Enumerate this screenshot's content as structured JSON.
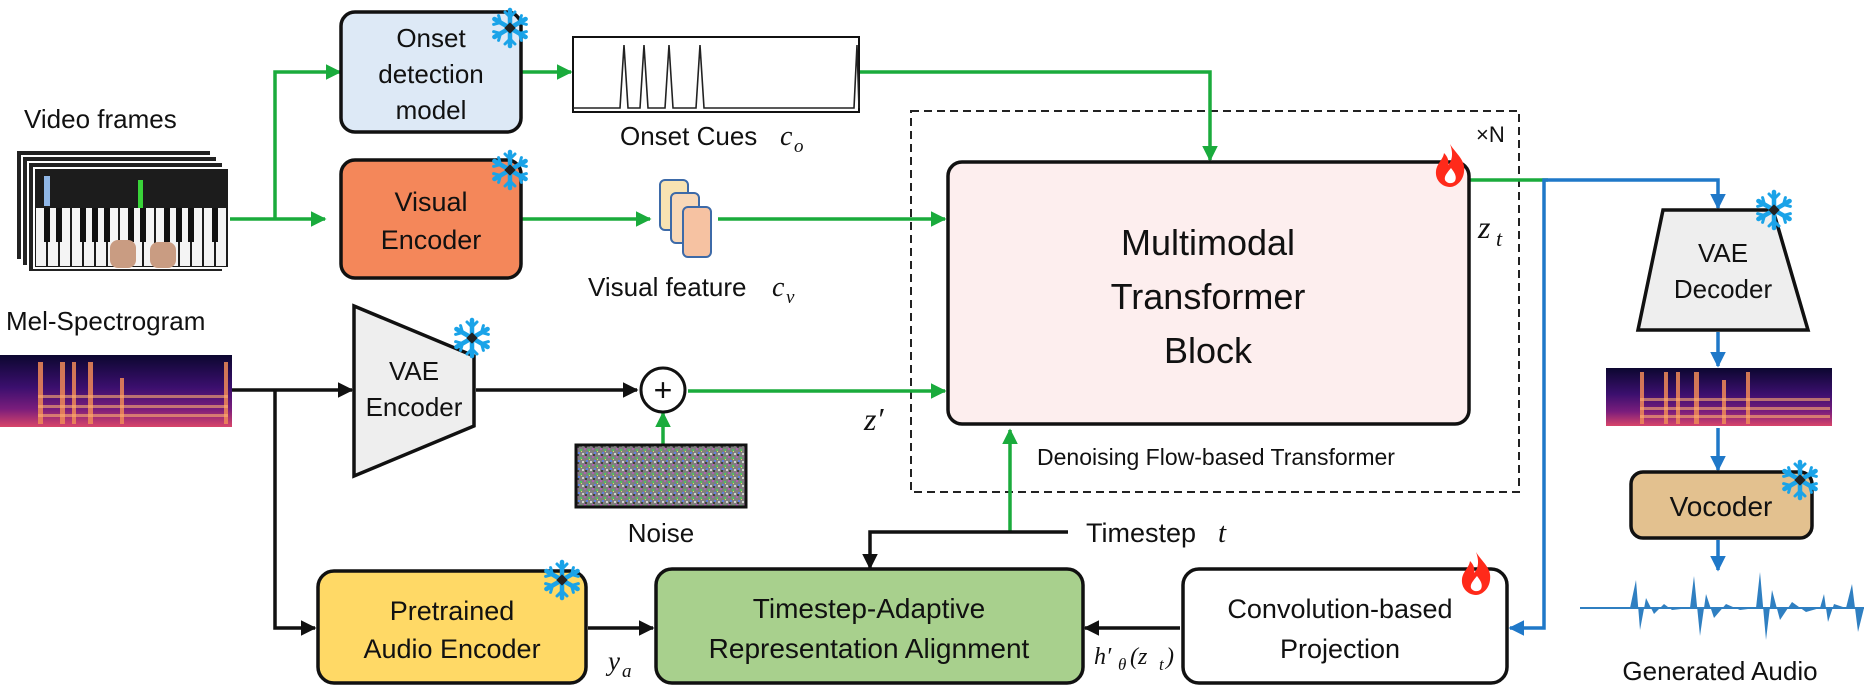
{
  "labels": {
    "video_frames": "Video frames",
    "mel_spectrogram": "Mel-Spectrogram",
    "onset_model": [
      "Onset",
      "detection",
      "model"
    ],
    "visual_encoder": [
      "Visual",
      "Encoder"
    ],
    "vae_encoder": [
      "VAE",
      "Encoder"
    ],
    "onset_cues": "Onset Cues",
    "visual_feature": "Visual feature",
    "noise": "Noise",
    "plus": "+",
    "z_prime": "z′",
    "mmt_block": [
      "Multimodal",
      "Transformer",
      "Block"
    ],
    "repeat": "×N",
    "z_t": "z",
    "z_t_sub": "t",
    "flow_transformer": "Denoising Flow-based Transformer",
    "timestep": "Timestep",
    "timestep_var": "t",
    "vae_decoder": [
      "VAE",
      "Decoder"
    ],
    "vocoder": "Vocoder",
    "generated_audio": "Generated Audio",
    "pretrained_audio_encoder": [
      "Pretrained",
      "Audio Encoder"
    ],
    "tara": [
      "Timestep-Adaptive",
      "Representation Alignment"
    ],
    "conv_projection": [
      "Convolution-based",
      "Projection"
    ],
    "y_a": "y",
    "y_a_sub": "a",
    "h_theta": "h′",
    "h_theta_sub": "θ",
    "h_theta_arg": "(z",
    "h_theta_arg_sub": "t",
    "h_theta_close": ")",
    "c_o": "c",
    "c_o_sub": "o",
    "c_v": "c",
    "c_v_sub": "v"
  },
  "icons": {
    "frozen": "snowflake-icon",
    "trainable": "flame-icon"
  },
  "colors": {
    "green_arrow": "#1aab3c",
    "blue_arrow": "#1f78c8",
    "black_arrow": "#111111",
    "onset_box": "#dde9f6",
    "visual_encoder": "#f4875a",
    "vae": "#eeeeee",
    "mmt_block": "#fdeeee",
    "pretrained_audio": "#ffd966",
    "tara": "#a8d08d",
    "vocoder": "#e3c18f",
    "snowflake": "#1aa3e8",
    "flame": "#ff2a1a"
  }
}
